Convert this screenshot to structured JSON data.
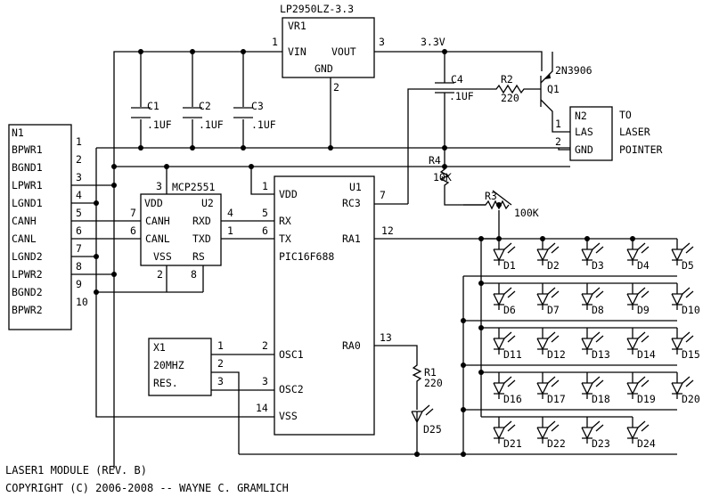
{
  "footer": {
    "line1": "LASER1 MODULE (REV. B)",
    "line2": "COPYRIGHT (C) 2006-2008 -- WAYNE C. GRAMLICH"
  },
  "vr1": {
    "part": "LP2950LZ-3.3",
    "ref": "VR1",
    "vin": "VIN",
    "vout": "VOUT",
    "gnd": "GND",
    "pin_vin": "1",
    "pin_vout": "3",
    "pin_gnd": "2"
  },
  "net_33v": "3.3V",
  "caps": [
    {
      "ref": "C1",
      "value": ".1UF"
    },
    {
      "ref": "C2",
      "value": ".1UF"
    },
    {
      "ref": "C3",
      "value": ".1UF"
    },
    {
      "ref": "C4",
      "value": ".1UF"
    }
  ],
  "q1": {
    "part": "2N3906",
    "ref": "Q1"
  },
  "r2": {
    "ref": "R2",
    "value": "220"
  },
  "r4": {
    "ref": "R4",
    "value": "10K"
  },
  "r3": {
    "ref": "R3",
    "value": "100K"
  },
  "r1": {
    "ref": "R1",
    "value": "220"
  },
  "n2": {
    "ref": "N2",
    "pin_las": "LAS",
    "pin_gnd": "GND",
    "pin1": "1",
    "pin2": "2",
    "desc": [
      "TO",
      "LASER",
      "POINTER"
    ]
  },
  "n1": {
    "ref": "N1",
    "pins": [
      {
        "num": "1",
        "name": "BPWR1"
      },
      {
        "num": "2",
        "name": "BGND1"
      },
      {
        "num": "3",
        "name": "LPWR1"
      },
      {
        "num": "4",
        "name": "LGND1"
      },
      {
        "num": "5",
        "name": "CANH"
      },
      {
        "num": "6",
        "name": "CANL"
      },
      {
        "num": "7",
        "name": "LGND2"
      },
      {
        "num": "8",
        "name": "LPWR2"
      },
      {
        "num": "9",
        "name": "BGND2"
      },
      {
        "num": "10",
        "name": "BPWR2"
      }
    ]
  },
  "u2": {
    "part": "MCP2551",
    "ref": "U2",
    "vdd": "VDD",
    "canh": "CANH",
    "canl": "CANL",
    "vss": "VSS",
    "rxd": "RXD",
    "txd": "TXD",
    "rs": "RS",
    "pin3": "3",
    "pin7": "7",
    "pin6": "6",
    "pin4": "4",
    "pin1": "1",
    "pin2": "2",
    "pin8": "8"
  },
  "u1": {
    "part": "PIC16F688",
    "ref": "U1",
    "vdd": "VDD",
    "rc3": "RC3",
    "rx": "RX",
    "tx": "TX",
    "ra1": "RA1",
    "osc1": "OSC1",
    "osc2": "OSC2",
    "ra0": "RA0",
    "vss": "VSS",
    "pin1": "1",
    "pin7": "7",
    "pin5": "5",
    "pin6": "6",
    "pin12": "12",
    "pin2": "2",
    "pin3": "3",
    "pin13": "13",
    "pin14": "14"
  },
  "x1": {
    "ref": "X1",
    "freq": "20MHZ",
    "res": "RES.",
    "pin1": "1",
    "pin2": "2",
    "pin3": "3"
  },
  "led_labels": [
    [
      "D1",
      "D2",
      "D3",
      "D4",
      "D5"
    ],
    [
      "D6",
      "D7",
      "D8",
      "D9",
      "D10"
    ],
    [
      "D11",
      "D12",
      "D13",
      "D14",
      "D15"
    ],
    [
      "D16",
      "D17",
      "D18",
      "D19",
      "D20"
    ],
    [
      "D21",
      "D22",
      "D23",
      "D24"
    ]
  ],
  "d25": "D25"
}
